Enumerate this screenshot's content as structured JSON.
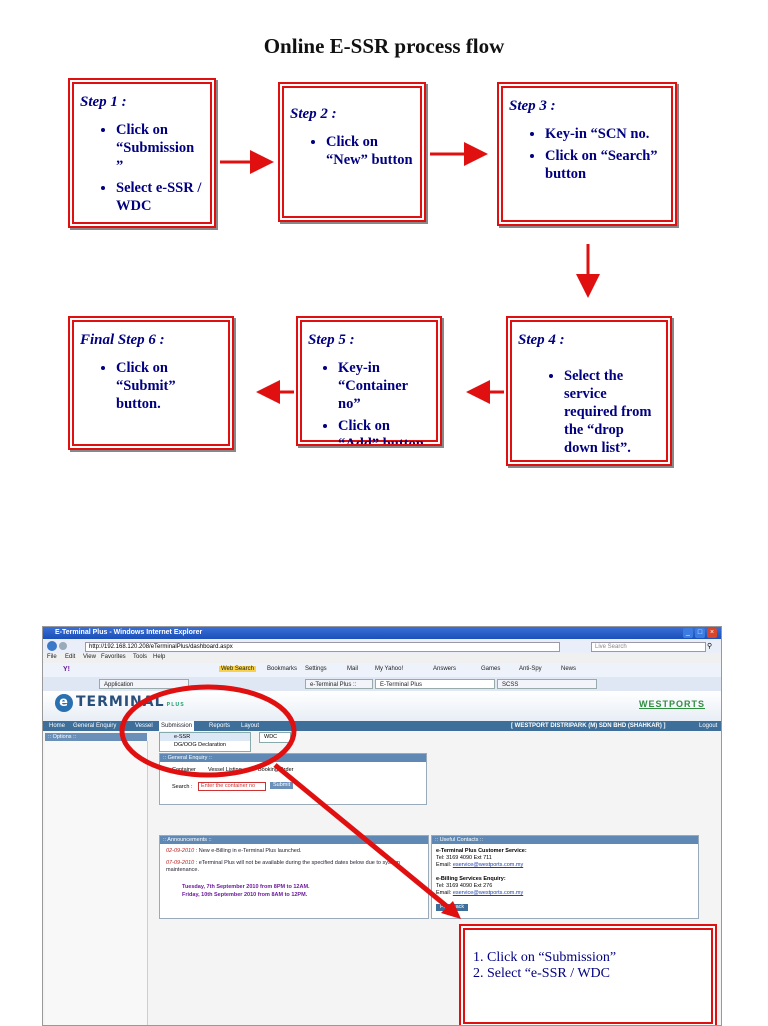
{
  "title": "Online E-SSR process flow",
  "steps": [
    {
      "label": "Step 1 :",
      "bullets": [
        "Click on “Submission ”",
        "Select e-SSR / WDC"
      ]
    },
    {
      "label": "Step 2 :",
      "bullets": [
        "Click on “New” button"
      ]
    },
    {
      "label": "Step 3 :",
      "bullets": [
        "Key-in “SCN no.",
        "Click on “Search” button"
      ]
    },
    {
      "label": "Step 4 :",
      "bullets": [
        "Select the service required from the “drop down list”."
      ]
    },
    {
      "label": "Step 5 :",
      "bullets": [
        "Key-in “Container no”",
        "Click on “Add” button"
      ]
    },
    {
      "label": "Final Step 6 :",
      "bullets": [
        "Click on “Submit” button."
      ]
    }
  ],
  "screenshot": {
    "window_title": "E-Terminal Plus - Windows Internet Explorer",
    "address": "http://192.168.120.208/eTerminalPlus/dashboard.aspx",
    "search_placeholder": "Live Search",
    "menu": [
      "File",
      "Edit",
      "View",
      "Favorites",
      "Tools",
      "Help"
    ],
    "toolbar": [
      "Web Search",
      "Bookmarks",
      "Settings",
      "Mail",
      "My Yahoo!",
      "Answers",
      "Games",
      "Anti-Spy",
      "News"
    ],
    "tabs": [
      "Application",
      "e-Terminal Plus ::",
      "E-Terminal Plus",
      "SCSS"
    ],
    "logo": "TERMINAL",
    "logo_sub": "PLUS",
    "brand": "WESTPORTS",
    "nav": [
      "Home",
      "General Enquiry",
      "Vessel",
      "Submission",
      "Reports",
      "Layout"
    ],
    "company": "[ WESTPORT DISTRIPARK (M) SDN BHD (SHAHKAR) ]",
    "logout": "Logout",
    "options": ":: Options ::",
    "submenu": [
      "e-SSR",
      "DG/OOG Declaration"
    ],
    "flyout": "WDC",
    "general_enquiry": ":: General Enquiry ::",
    "enq_tabs": [
      "Container",
      "Vessel Listing",
      "Booking Order"
    ],
    "search_label": "Search :",
    "container_placeholder": "Enter the container no",
    "submit": "Submit",
    "announcements": ":: Announcements ::",
    "ann": [
      {
        "date": "02-09-2010",
        "text": ": New e-Billing in e-Terminal Plus launched."
      },
      {
        "date": "07-09-2010",
        "text": ": eTerminal Plus will not be available during the specified dates below due to system maintenance."
      }
    ],
    "ann_items": [
      "Tuesday, 7th September 2010 from 8PM to 12AM.",
      "Friday, 10th September 2010 from 8AM to 12PM."
    ],
    "useful": ":: Useful Contacts ::",
    "contacts": [
      {
        "head": "e-Terminal Plus Customer Service:",
        "tel": "Tel: 3169 4090 Ext 711",
        "email_label": "Email:",
        "email": "eservice@westports.com.my"
      },
      {
        "head": "e-Billing Services Enquiry:",
        "tel": "Tel: 3169 4090 Ext 276",
        "email_label": "Email:",
        "email": "eservice@westports.com.my"
      }
    ],
    "feedback": "Feedback"
  },
  "note": [
    "1. Click on “Submission”",
    "2. Select “e-SSR / WDC"
  ],
  "colors": {
    "accent": "#e01010",
    "text": "#000080"
  }
}
